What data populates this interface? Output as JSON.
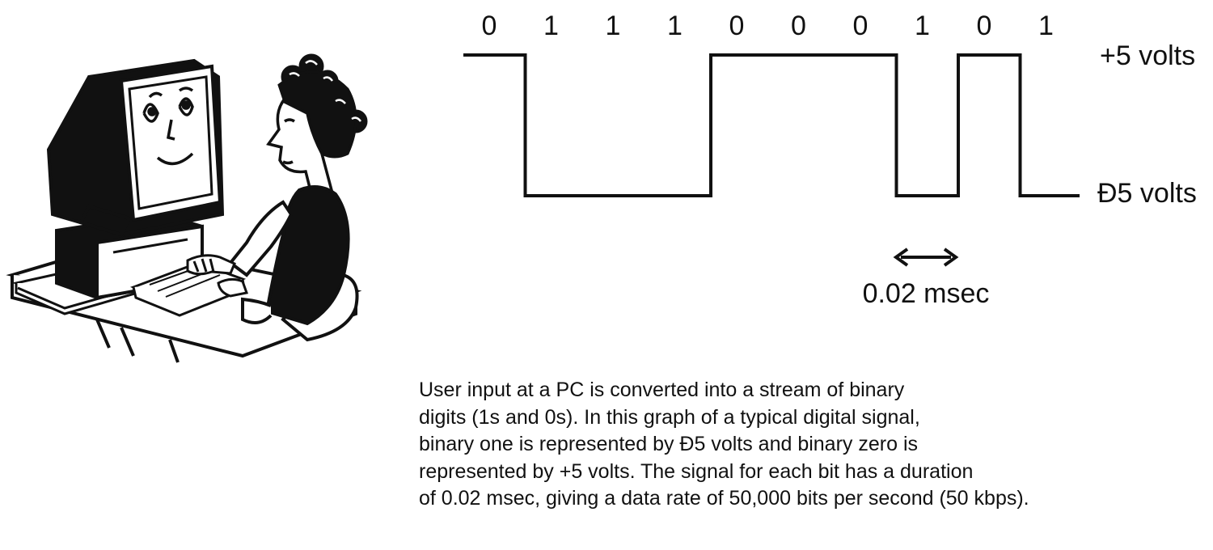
{
  "signal": {
    "bits": [
      "0",
      "1",
      "1",
      "1",
      "0",
      "0",
      "0",
      "1",
      "0",
      "1"
    ],
    "levels": {
      "high_label": "+5 volts",
      "low_label": "Đ5 volts",
      "high_volts": 5,
      "low_volts": -5
    },
    "bit_duration_label": "0.02 msec",
    "bit_duration_ms": 0.02
  },
  "caption": {
    "lines": [
      "User input at a PC is converted into a stream of binary",
      "digits (1s and 0s). In this graph of a typical digital signal,",
      "binary one is represented by Đ5 volts and binary zero is",
      "represented by +5 volts. The signal for each bit has a duration",
      "of 0.02 msec, giving a data rate of 50,000 bits per second (50 kbps)."
    ]
  },
  "colors": {
    "ink": "#111111",
    "background": "#ffffff"
  }
}
